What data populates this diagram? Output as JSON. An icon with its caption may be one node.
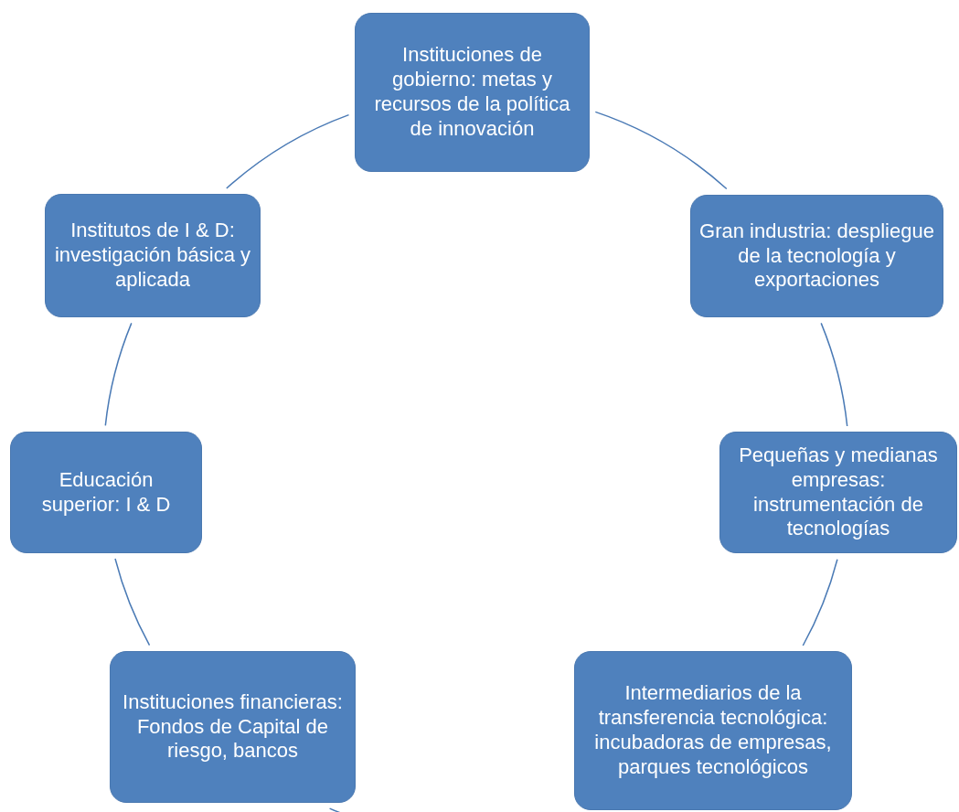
{
  "diagram": {
    "nodes": [
      {
        "text": [
          "Instituciones de gobierno: metas y recursos de la política de innovación"
        ]
      },
      {
        "text": [
          "Gran industria: despliegue de  la tecnología y exportaciones"
        ]
      },
      {
        "text": [
          "Pequeñas y medianas empresas: instrumentación de tecnologías"
        ]
      },
      {
        "text": [
          "Intermediarios de la transferencia tecnológica: incubadoras de empresas, parques tecnológicos"
        ]
      },
      {
        "text": [
          "Instituciones financieras: Fondos de Capital de riesgo, bancos"
        ]
      },
      {
        "text": [
          "Educación superior: I & D"
        ]
      },
      {
        "text": [
          "Institutos de I & D: investigación básica y aplicada"
        ]
      }
    ],
    "edges": [
      {
        "from": 0,
        "to": 1,
        "arrow": "none"
      },
      {
        "from": 1,
        "to": 2,
        "arrow": "none"
      },
      {
        "from": 2,
        "to": 3,
        "arrow": "none"
      },
      {
        "from": 3,
        "to": 4,
        "arrow": "none"
      },
      {
        "from": 4,
        "to": 5,
        "arrow": "none"
      },
      {
        "from": 5,
        "to": 6,
        "arrow": "none"
      },
      {
        "from": 6,
        "to": 0,
        "arrow": "none"
      }
    ]
  }
}
